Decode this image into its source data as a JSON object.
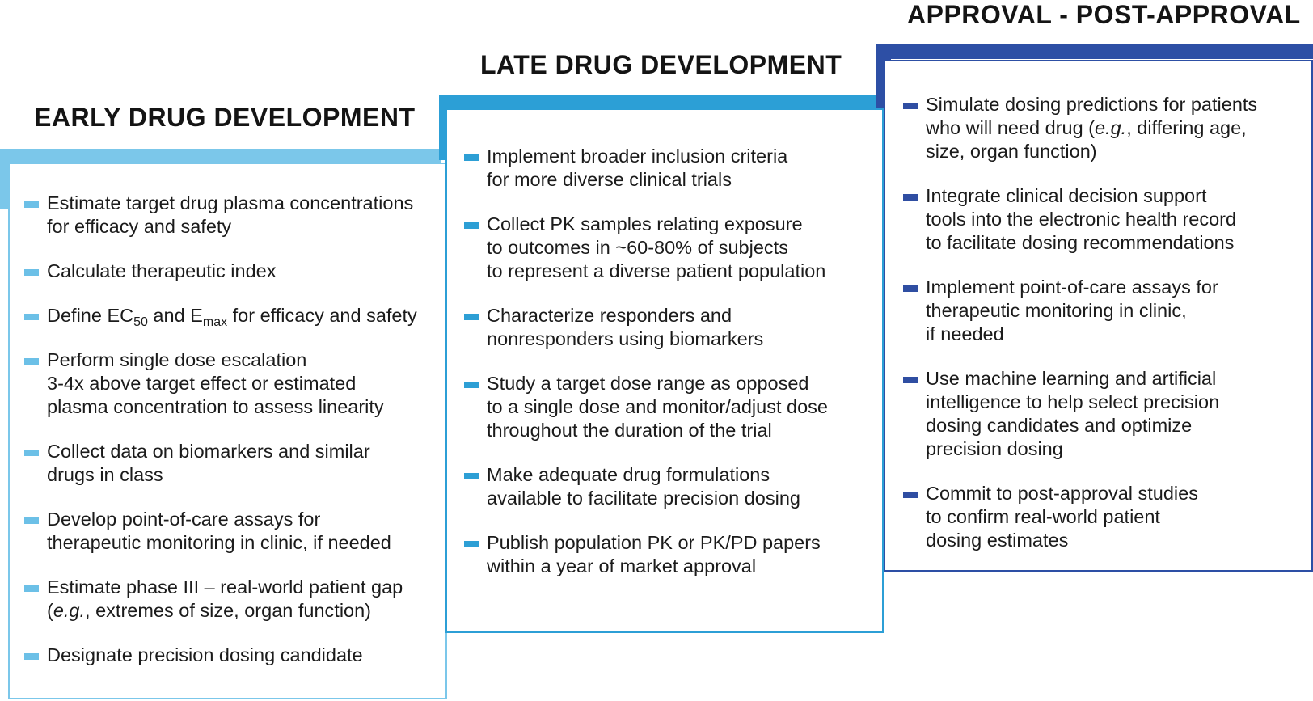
{
  "stages": [
    {
      "title": "EARLY DRUG DEVELOPMENT",
      "color": "#7bc7ea",
      "items": [
        {
          "text": "Estimate target drug plasma concentrations\nfor efficacy and safety"
        },
        {
          "text": "Calculate therapeutic index"
        },
        {
          "pre": "Define EC",
          "sub1": "50",
          "mid": " and E",
          "sub2": "max",
          "post": " for efficacy and safety"
        },
        {
          "text": "Perform single dose escalation\n3-4x above target effect or estimated\nplasma concentration to assess linearity"
        },
        {
          "text": "Collect data on biomarkers and similar\ndrugs in class"
        },
        {
          "text": "Develop point-of-care assays for\ntherapeutic monitoring in clinic, if needed"
        },
        {
          "pre": "Estimate phase III – real-world patient gap\n(",
          "em": "e.g.",
          "post": ", extremes of size, organ function)"
        },
        {
          "text": "Designate precision dosing candidate"
        }
      ]
    },
    {
      "title": "LATE DRUG DEVELOPMENT",
      "color": "#2c9fd6",
      "items": [
        {
          "text": "Implement broader inclusion criteria\nfor more diverse clinical trials"
        },
        {
          "text": "Collect PK samples relating exposure\nto outcomes in ~60-80% of subjects\nto represent a diverse patient population"
        },
        {
          "text": "Characterize responders and\nnonresponders using biomarkers"
        },
        {
          "text": "Study a target dose range as opposed\nto a single dose and monitor/adjust dose\nthroughout the duration of the trial"
        },
        {
          "text": "Make adequate drug formulations\navailable to facilitate precision dosing"
        },
        {
          "text": "Publish population PK or PK/PD papers\nwithin a year of market approval"
        }
      ]
    },
    {
      "title": "APPROVAL - POST-APPROVAL",
      "color": "#2d4fa5",
      "items": [
        {
          "pre": "Simulate dosing predictions for patients\nwho will need drug (",
          "em": "e.g.",
          "post": ", differing age,\nsize, organ function)"
        },
        {
          "text": "Integrate clinical decision support\ntools into the electronic health record\nto facilitate dosing recommendations"
        },
        {
          "text": "Implement point-of-care assays for\ntherapeutic monitoring in clinic,\nif needed"
        },
        {
          "text": "Use machine learning and artificial\nintelligence to help select precision\ndosing candidates and optimize\nprecision dosing"
        },
        {
          "text": "Commit to post-approval studies\nto confirm real-world patient\ndosing estimates"
        }
      ]
    }
  ]
}
